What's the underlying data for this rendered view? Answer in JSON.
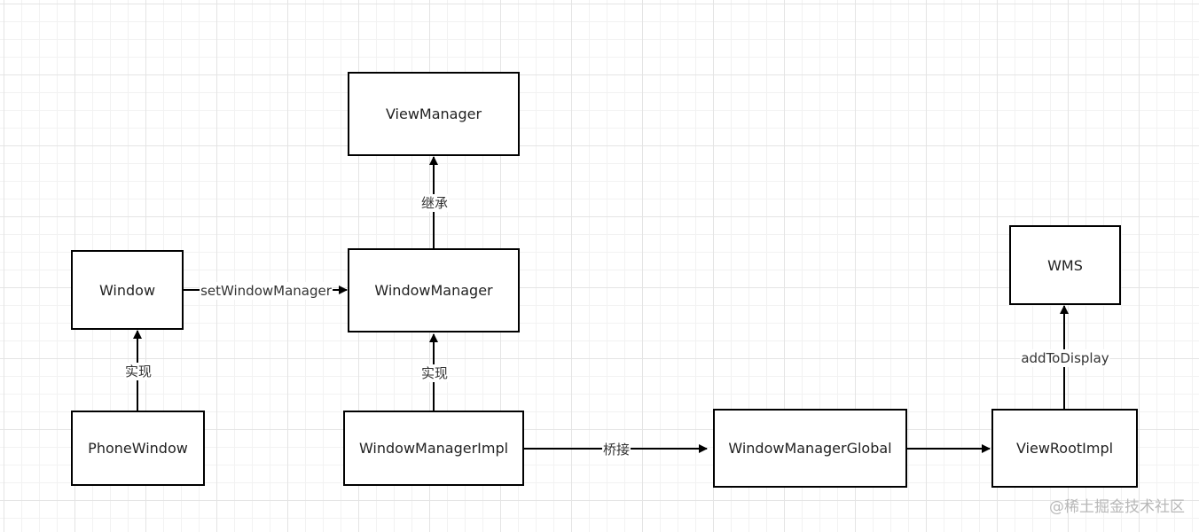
{
  "diagram": {
    "nodes": {
      "view_manager": "ViewManager",
      "window": "Window",
      "window_manager": "WindowManager",
      "wms": "WMS",
      "phone_window": "PhoneWindow",
      "window_manager_impl": "WindowManagerImpl",
      "window_manager_global": "WindowManagerGlobal",
      "view_root_impl": "ViewRootImpl"
    },
    "edges": {
      "inherit": "继承",
      "set_window_manager": "setWindowManager",
      "implement_window": "实现",
      "implement_window_manager": "实现",
      "bridge": "桥接",
      "add_to_display": "addToDisplay"
    }
  },
  "watermark": "@稀土掘金技术社区",
  "colors": {
    "stroke": "#000000",
    "background": "#ffffff",
    "grid": "#e4e4e4"
  }
}
